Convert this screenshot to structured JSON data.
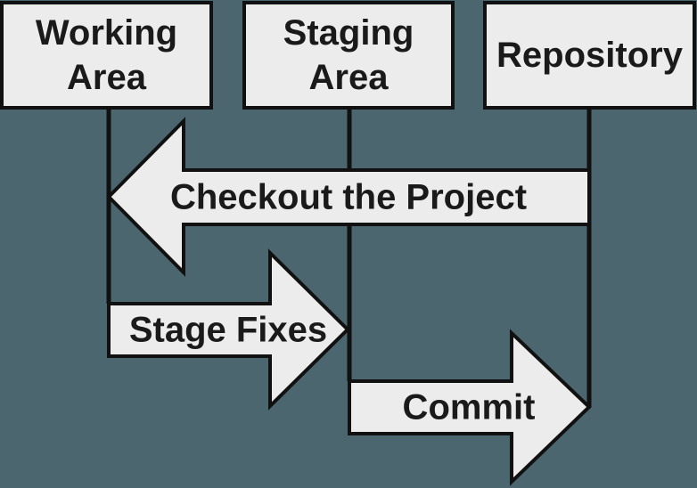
{
  "colors": {
    "background": "#4C6670",
    "node_fill": "#ECECEC",
    "border": "#111111",
    "text": "#1A1A1A"
  },
  "nodes": {
    "working": {
      "line1": "Working",
      "line2": "Area"
    },
    "staging": {
      "line1": "Staging",
      "line2": "Area"
    },
    "repository": {
      "line1": "Repository"
    }
  },
  "arrows": {
    "checkout": {
      "label": "Checkout the Project",
      "direction": "left",
      "from": "Repository",
      "to": "Working Area"
    },
    "stage_fixes": {
      "label": "Stage Fixes",
      "direction": "right",
      "from": "Working Area",
      "to": "Staging Area"
    },
    "commit": {
      "label": "Commit",
      "direction": "right",
      "from": "Staging Area",
      "to": "Repository"
    }
  }
}
